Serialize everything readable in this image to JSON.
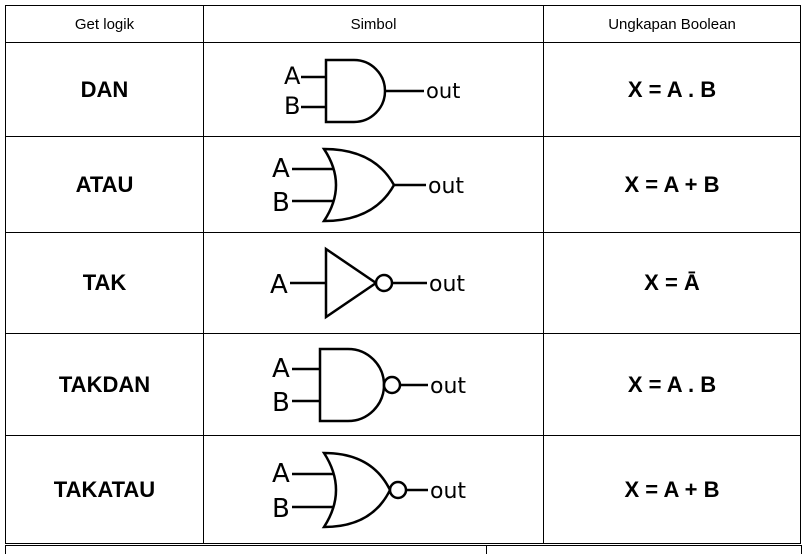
{
  "header": {
    "col_gate": "Get logik",
    "col_symbol": "Simbol",
    "col_expr": "Ungkapan Boolean"
  },
  "rows": [
    {
      "gate": "DAN",
      "expr": "X = A . B",
      "in_a": "A",
      "in_b": "B",
      "out": "out"
    },
    {
      "gate": "ATAU",
      "expr": "X = A + B",
      "in_a": "A",
      "in_b": "B",
      "out": "out"
    },
    {
      "gate": "TAK",
      "expr": "X = Ā",
      "in_a": "A",
      "out": "out"
    },
    {
      "gate": "TAKDAN",
      "expr": "X = A . B",
      "in_a": "A",
      "in_b": "B",
      "out": "out"
    },
    {
      "gate": "TAKATAU",
      "expr": "X = A + B",
      "in_a": "A",
      "in_b": "B",
      "out": "out"
    }
  ]
}
